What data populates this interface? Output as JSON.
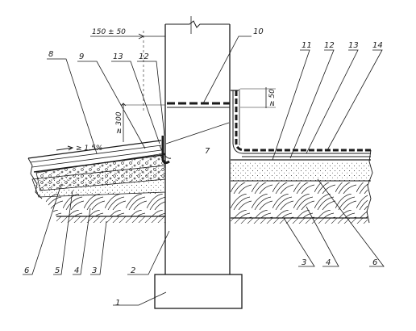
{
  "colors": {
    "ink": "#1a1a1a",
    "fill": "#ffffff",
    "fill_gray": "#f2f2f2"
  },
  "labels": {
    "l1": "1",
    "l2": "2",
    "l3a": "3",
    "l3b": "3",
    "l4a": "4",
    "l4b": "4",
    "l5": "5",
    "l6a": "6",
    "l6b": "6",
    "l7": "7",
    "l8": "8",
    "l9": "9",
    "l10": "10",
    "l11": "11",
    "l12a": "12",
    "l12b": "12",
    "l13a": "13",
    "l13b": "13",
    "l14": "14"
  },
  "dimensions": {
    "gap": "150 ± 50",
    "slope": "≥ 1.5%",
    "height_left": "≥ 300",
    "height_right": "≥ 50"
  }
}
